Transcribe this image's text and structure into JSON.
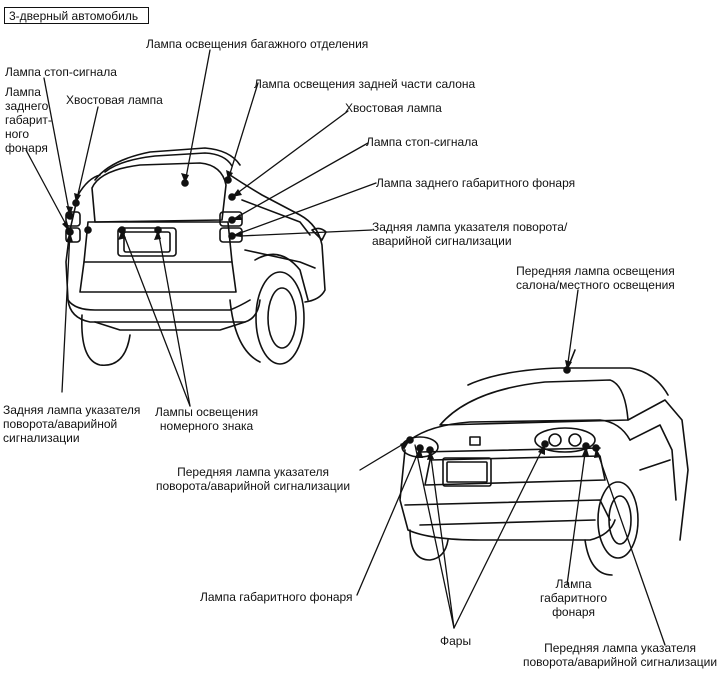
{
  "title": "3-дверный автомобиль",
  "rear_labels": {
    "cargo_lamp": "Лампа освещения багажного отделения",
    "rear_interior_lamp": "Лампа освещения задней части салона",
    "tail_lamp_right": "Хвостовая лампа",
    "brake_lamp_right": "Лампа стоп-сигнала",
    "rear_side_marker_right": "Лампа заднего габаритного фонаря",
    "rear_turn_right": [
      "Задняя лампа указателя поворота/",
      "аварийной сигнализации"
    ],
    "brake_lamp_left": "Лампа стоп-сигнала",
    "rear_side_marker_left": [
      "Лампа",
      "заднего",
      "габарит-",
      "ного",
      "фонаря"
    ],
    "tail_lamp_left": "Хвостовая лампа",
    "rear_turn_left": [
      "Задняя лампа указателя",
      "поворота/аварийной",
      "сигнализации"
    ],
    "license_lamps": [
      "Лампы освещения",
      "номерного знака"
    ]
  },
  "front_labels": {
    "front_interior_lamp": [
      "Передняя лампа освещения",
      "салона/местного освещения"
    ],
    "front_turn_left": [
      "Передняя лампа указателя",
      "поворота/аварийной сигнализации"
    ],
    "side_marker_left": "Лампа габаритного фонаря",
    "headlights": "Фары",
    "side_marker_right": [
      "Лампа",
      "габаритного",
      "фонаря"
    ],
    "front_turn_right": [
      "Передняя лампа указателя",
      "поворота/аварийной сигнализации"
    ]
  }
}
